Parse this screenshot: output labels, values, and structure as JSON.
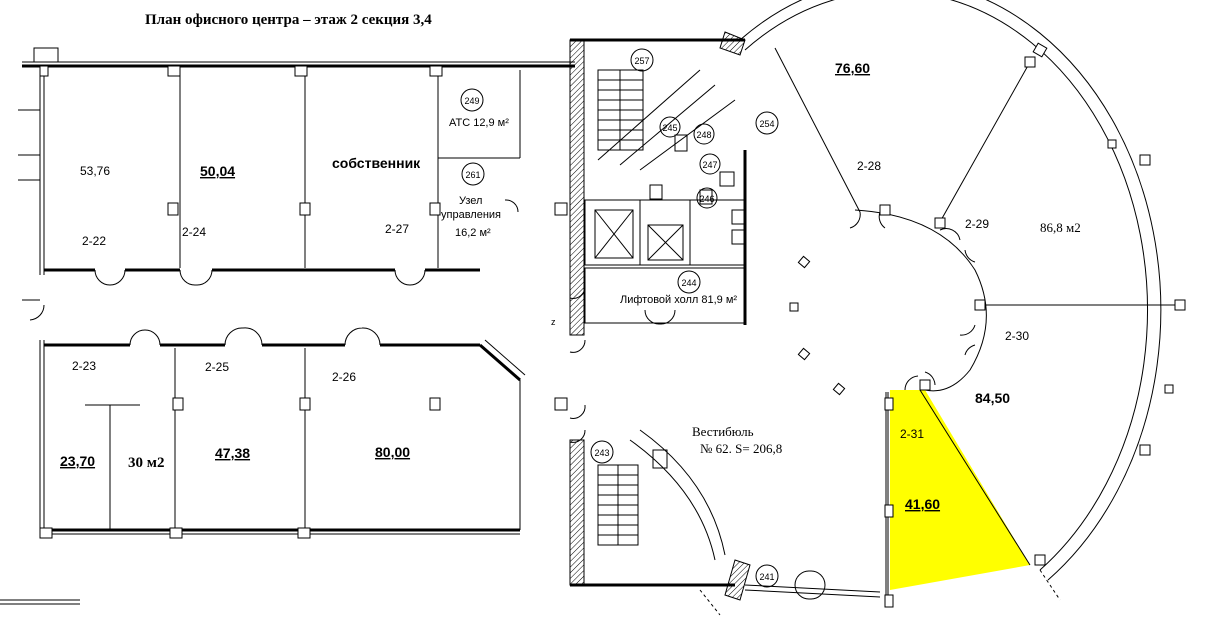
{
  "title": "План офисного центра – этаж 2 секция 3,4",
  "colors": {
    "highlight": "#ffff00",
    "wall": "#000000",
    "background": "#ffffff"
  },
  "rooms": [
    {
      "id": "2-22",
      "area": "53,76"
    },
    {
      "id": "2-24",
      "area": "50,04"
    },
    {
      "id": "2-27",
      "area": "собственник"
    },
    {
      "id": "2-23",
      "area": "23,70"
    },
    {
      "id": "2-23b",
      "area": "30 м2"
    },
    {
      "id": "2-25",
      "area": "47,38"
    },
    {
      "id": "2-26",
      "area": "80,00"
    },
    {
      "id": "2-28",
      "area": "76,60"
    },
    {
      "id": "2-29",
      "area": "86,8 м2"
    },
    {
      "id": "2-30",
      "area": "84,50"
    },
    {
      "id": "2-31",
      "area": "41,60"
    }
  ],
  "service": {
    "ats": "АТС 12,9 м²",
    "uzel1": "Узел",
    "uzel2": "управления",
    "uzel_area": "16,2  м²",
    "lift_hall": "Лифтовой холл  81,9 м²",
    "vestibule1": "Вестибюль",
    "vestibule2": "№ 62. S= 206,8"
  },
  "circles": [
    "249",
    "261",
    "257",
    "245",
    "248",
    "254",
    "247",
    "246",
    "244",
    "243",
    "241"
  ],
  "misc": {
    "z": "z"
  }
}
